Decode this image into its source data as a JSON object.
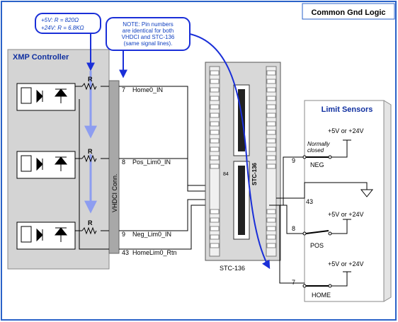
{
  "colors": {
    "frame": "#2a62c8",
    "panel": "#d4d4d4",
    "title_blue": "#1030a0",
    "note_text": "#1040c0",
    "arrow_blue": "#1a2fd8",
    "arrow_light": "#8d9df0",
    "conn_gray": "#a8a8a8"
  },
  "page_title": "Common Gnd Logic",
  "resistor_note": {
    "line1": "+5V:    R = 820Ω",
    "line2": "+24V: R = 6.8KΩ"
  },
  "pin_note": {
    "line1": "NOTE: Pin numbers",
    "line2": "are identical for both",
    "line3": "VHDCI and STC-136",
    "line4": "(same signal lines)."
  },
  "xmp": {
    "title": "XMP Controller",
    "resistor_label": "R",
    "connector_label": "VHDCI Conn."
  },
  "signals": [
    {
      "pin": "7",
      "name": "Home0_IN"
    },
    {
      "pin": "8",
      "name": "Pos_Lim0_IN"
    },
    {
      "pin": "9",
      "name": "Neg_Lim0_IN"
    },
    {
      "pin": "43",
      "name": "HomeLim0_Rtn"
    }
  ],
  "stc": {
    "board_label": "STC-136",
    "caption": "STC-136",
    "pin_label": "84"
  },
  "limit_sensors": {
    "title": "Limit Sensors",
    "normally_closed": "Normally closed",
    "normally_line1": "Normally",
    "normally_line2": "closed",
    "supply": "+5V or +24V",
    "neg": {
      "pin": "9",
      "label": "NEG"
    },
    "gnd_pin": "43",
    "pos": {
      "pin": "8",
      "label": "POS"
    },
    "home": {
      "pin": "7",
      "label": "HOME"
    }
  }
}
